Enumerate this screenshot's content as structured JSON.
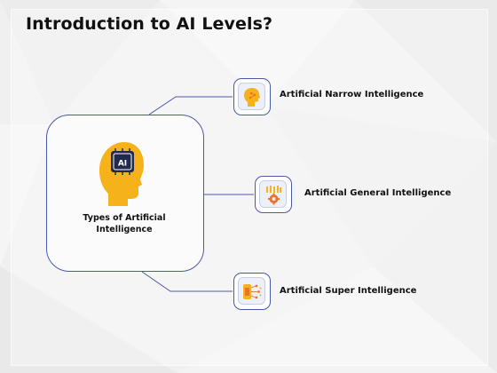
{
  "title": "Introduction to AI Levels?",
  "center": {
    "badge": "AI",
    "label": "Types of Artificial Intelligence",
    "icon": "ai-head-icon"
  },
  "levels": [
    {
      "label": "Artificial Narrow Intelligence",
      "icon": "ai-head-circuit-icon"
    },
    {
      "label": "Artificial General Intelligence",
      "icon": "brain-gear-icon"
    },
    {
      "label": "Artificial Super Intelligence",
      "icon": "chip-network-icon"
    }
  ],
  "colors": {
    "accent_outline": "#4a5aa8",
    "icon_yellow": "#f6b21a",
    "icon_orange": "#e8752a",
    "badge_dark": "#1f2a4d"
  }
}
